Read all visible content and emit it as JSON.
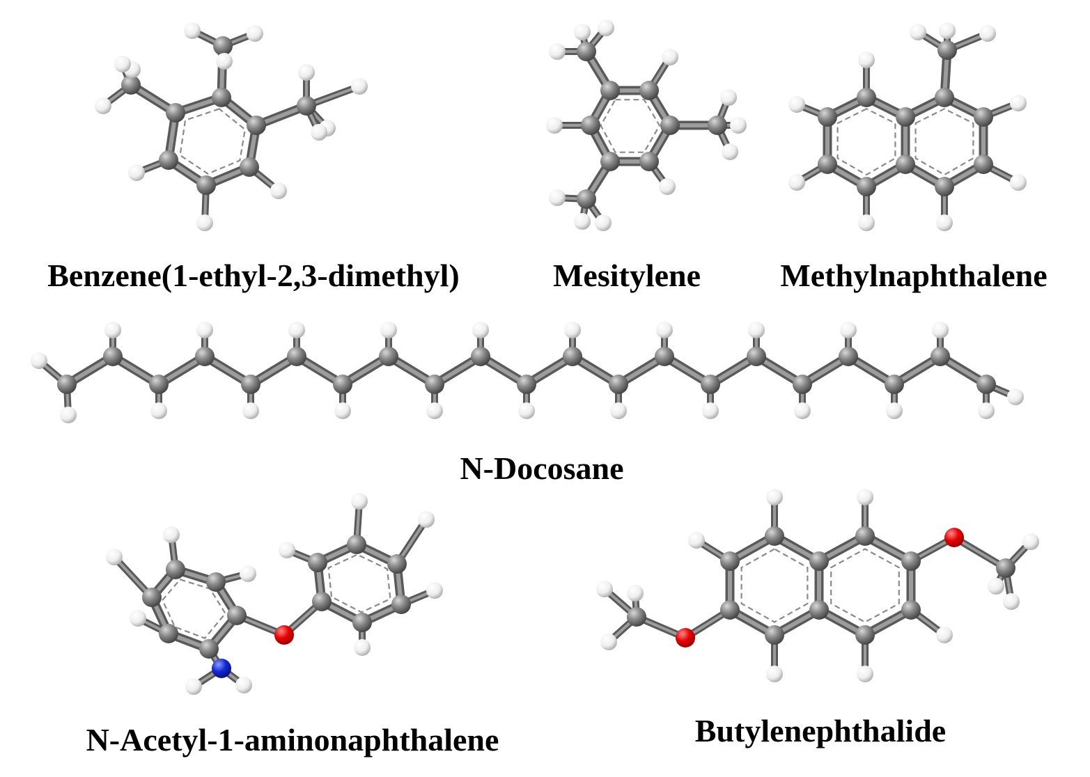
{
  "molecules": [
    {
      "id": "m1",
      "label": "Benzene(1-ethyl-2,3-dimethyl)"
    },
    {
      "id": "m2",
      "label": "Mesitylene"
    },
    {
      "id": "m3",
      "label": "Methylnaphthalene"
    },
    {
      "id": "m4",
      "label": "N-Docosane"
    },
    {
      "id": "m5",
      "label": "N-Acetyl-1-aminonaphthalene"
    },
    {
      "id": "m6",
      "label": "Butylenephthalide"
    }
  ],
  "colors": {
    "carbon": "#6e6e6e",
    "hydrogen": "#f2f2f2",
    "oxygen": "#e00000",
    "nitrogen": "#1020d0",
    "bond": "#777777"
  }
}
